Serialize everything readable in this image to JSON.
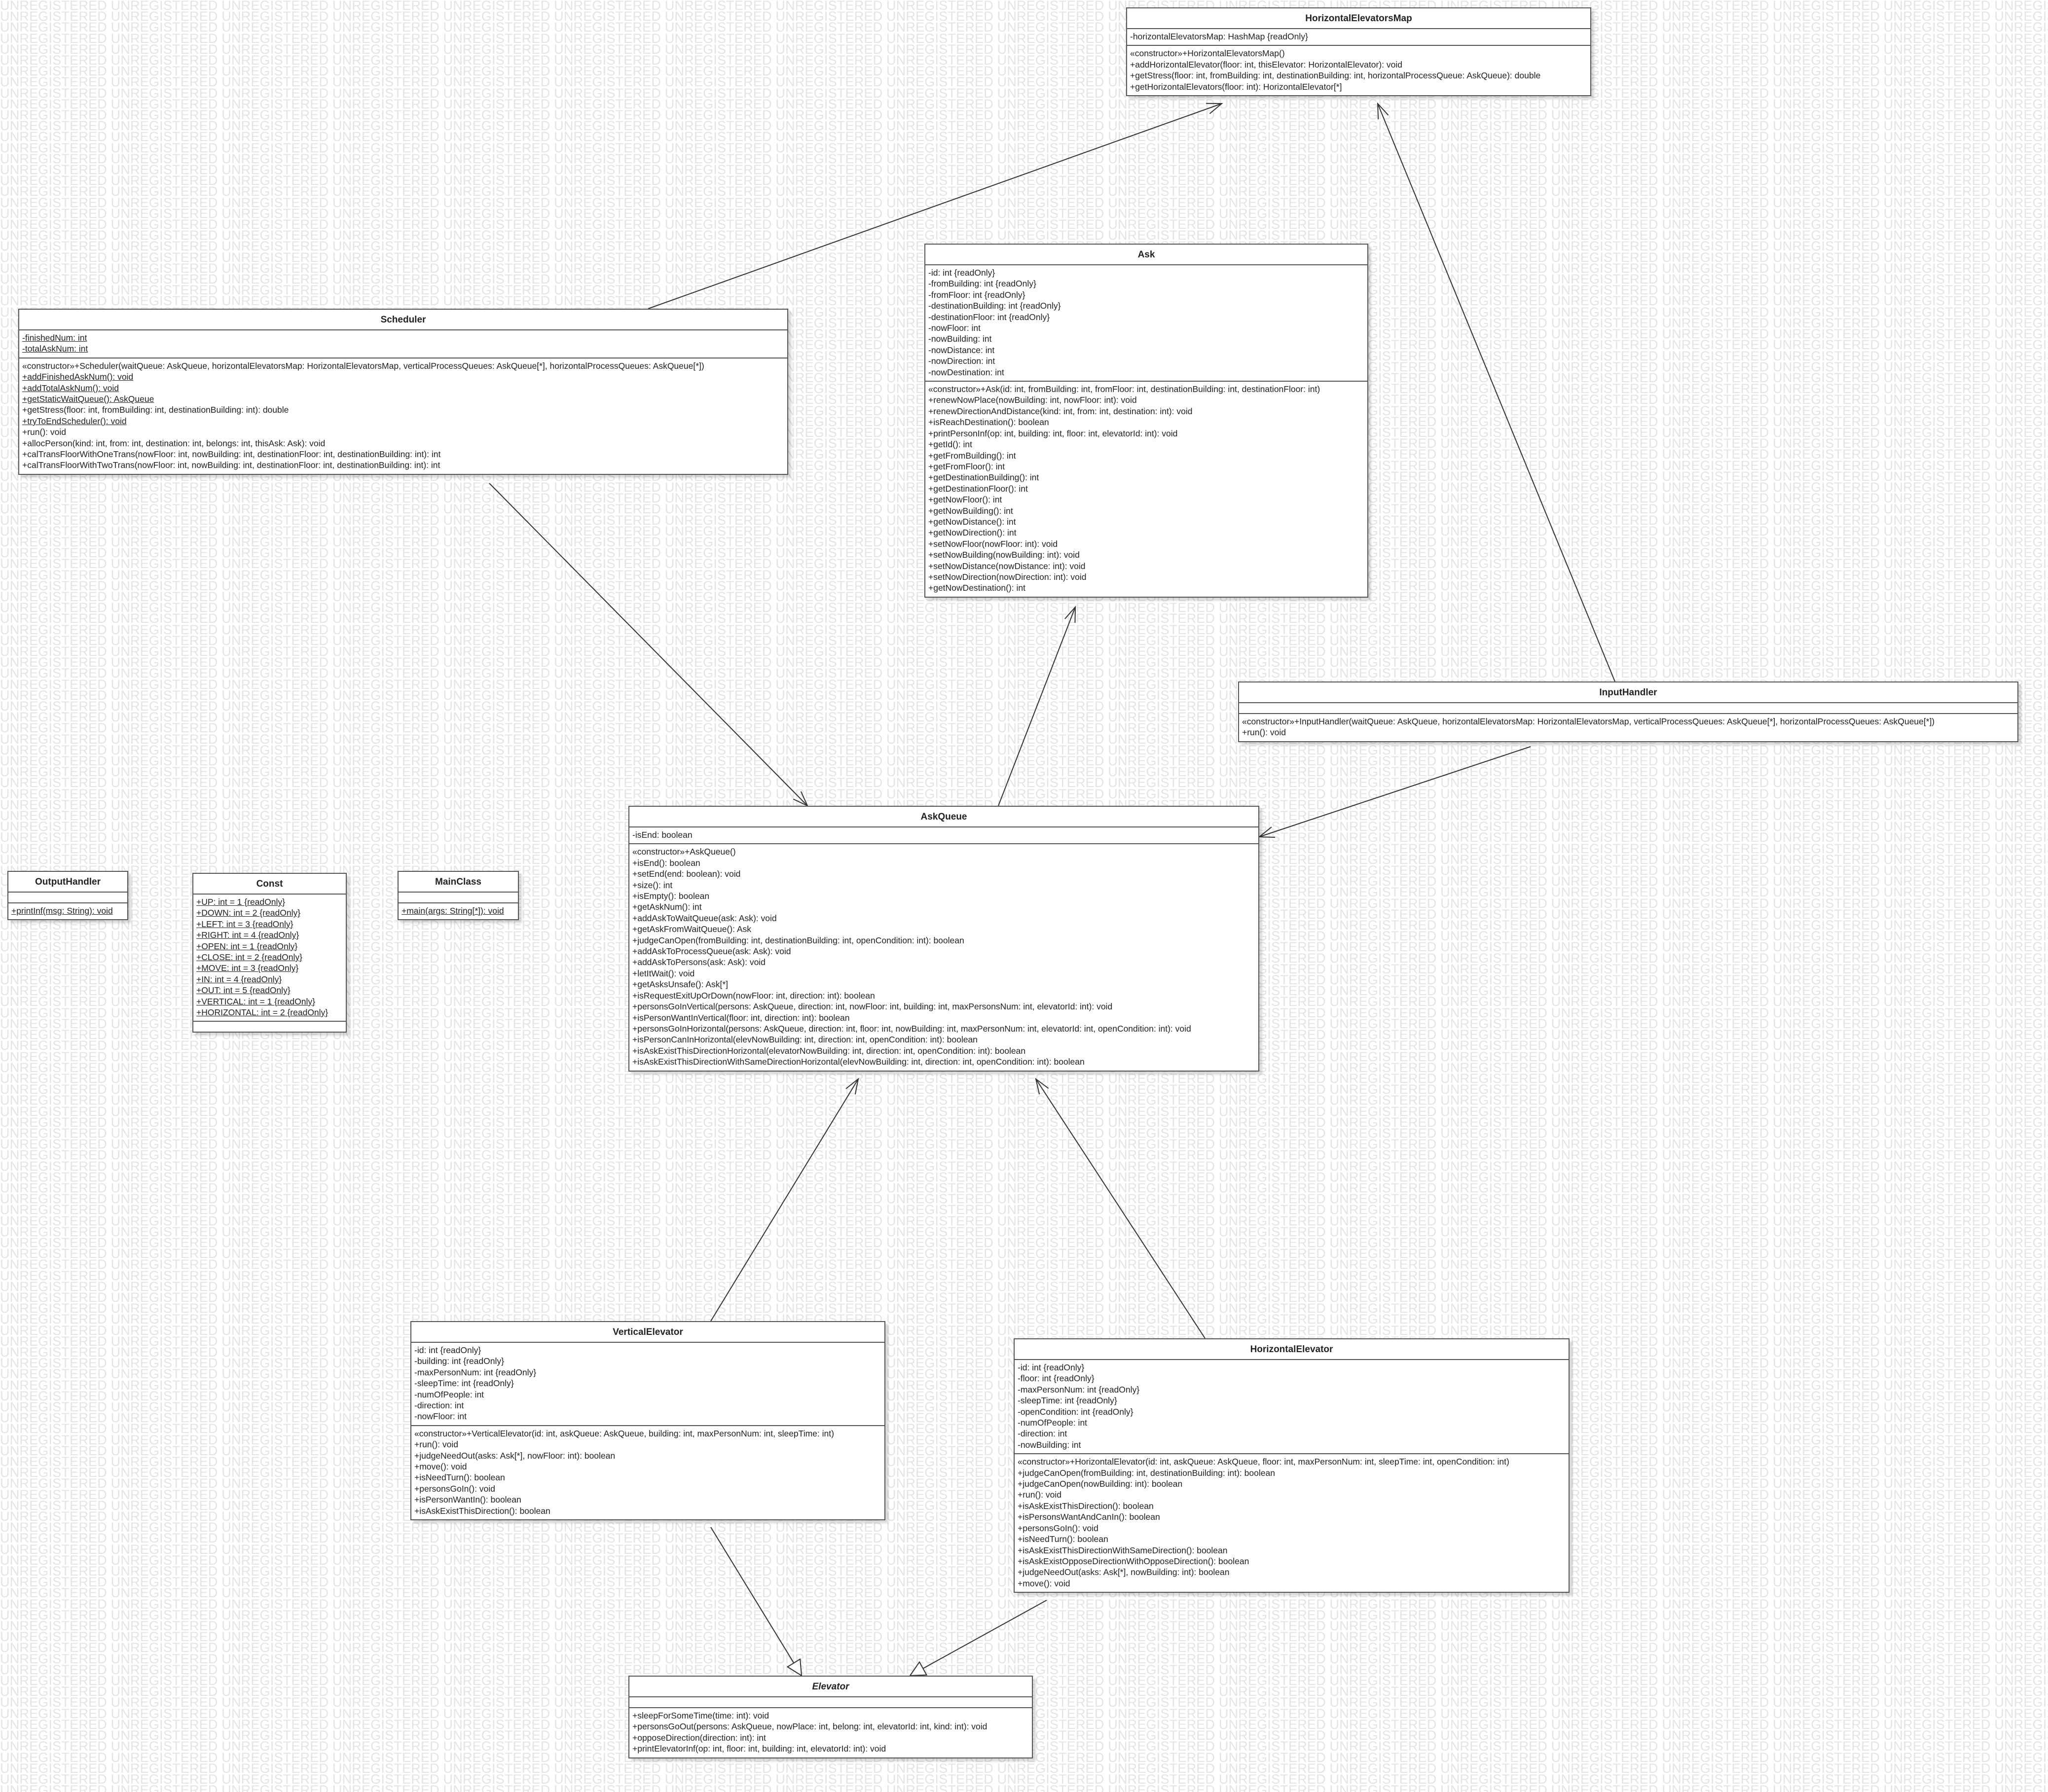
{
  "watermark_text": "UNREGISTERED",
  "classes": {
    "horizontal_elevators_map": {
      "name": "HorizontalElevatorsMap",
      "attributes": [
        {
          "text": "-horizontalElevatorsMap: HashMap {readOnly}",
          "static": false
        }
      ],
      "operations": [
        {
          "text": "«constructor»+HorizontalElevatorsMap()",
          "static": false
        },
        {
          "text": "+addHorizontalElevator(floor: int, thisElevator: HorizontalElevator): void",
          "static": false
        },
        {
          "text": "+getStress(floor: int, fromBuilding: int, destinationBuilding: int, horizontalProcessQueue: AskQueue): double",
          "static": false
        },
        {
          "text": "+getHorizontalElevators(floor: int): HorizontalElevator[*]",
          "static": false
        }
      ]
    },
    "ask": {
      "name": "Ask",
      "attributes": [
        {
          "text": "-id: int {readOnly}",
          "static": false
        },
        {
          "text": "-fromBuilding: int {readOnly}",
          "static": false
        },
        {
          "text": "-fromFloor: int {readOnly}",
          "static": false
        },
        {
          "text": "-destinationBuilding: int {readOnly}",
          "static": false
        },
        {
          "text": "-destinationFloor: int {readOnly}",
          "static": false
        },
        {
          "text": "-nowFloor: int",
          "static": false
        },
        {
          "text": "-nowBuilding: int",
          "static": false
        },
        {
          "text": "-nowDistance: int",
          "static": false
        },
        {
          "text": "-nowDirection: int",
          "static": false
        },
        {
          "text": "-nowDestination: int",
          "static": false
        }
      ],
      "operations": [
        {
          "text": "«constructor»+Ask(id: int, fromBuilding: int, fromFloor: int, destinationBuilding: int, destinationFloor: int)",
          "static": false
        },
        {
          "text": "+renewNowPlace(nowBuilding: int, nowFloor: int): void",
          "static": false
        },
        {
          "text": "+renewDirectionAndDistance(kind: int, from: int, destination: int): void",
          "static": false
        },
        {
          "text": "+isReachDestination(): boolean",
          "static": false
        },
        {
          "text": "+printPersonInf(op: int, building: int, floor: int, elevatorId: int): void",
          "static": false
        },
        {
          "text": "+getId(): int",
          "static": false
        },
        {
          "text": "+getFromBuilding(): int",
          "static": false
        },
        {
          "text": "+getFromFloor(): int",
          "static": false
        },
        {
          "text": "+getDestinationBuilding(): int",
          "static": false
        },
        {
          "text": "+getDestinationFloor(): int",
          "static": false
        },
        {
          "text": "+getNowFloor(): int",
          "static": false
        },
        {
          "text": "+getNowBuilding(): int",
          "static": false
        },
        {
          "text": "+getNowDistance(): int",
          "static": false
        },
        {
          "text": "+getNowDirection(): int",
          "static": false
        },
        {
          "text": "+setNowFloor(nowFloor: int): void",
          "static": false
        },
        {
          "text": "+setNowBuilding(nowBuilding: int): void",
          "static": false
        },
        {
          "text": "+setNowDistance(nowDistance: int): void",
          "static": false
        },
        {
          "text": "+setNowDirection(nowDirection: int): void",
          "static": false
        },
        {
          "text": "+getNowDestination(): int",
          "static": false
        }
      ]
    },
    "scheduler": {
      "name": "Scheduler",
      "attributes": [
        {
          "text": "-finishedNum: int",
          "static": true
        },
        {
          "text": "-totalAskNum: int",
          "static": true
        }
      ],
      "operations": [
        {
          "text": "«constructor»+Scheduler(waitQueue: AskQueue, horizontalElevatorsMap: HorizontalElevatorsMap, verticalProcessQueues: AskQueue[*], horizontalProcessQueues: AskQueue[*])",
          "static": false
        },
        {
          "text": "+addFinishedAskNum(): void",
          "static": true
        },
        {
          "text": "+addTotalAskNum(): void",
          "static": true
        },
        {
          "text": "+getStaticWaitQueue(): AskQueue",
          "static": true
        },
        {
          "text": "+getStress(floor: int, fromBuilding: int, destinationBuilding: int): double",
          "static": false
        },
        {
          "text": "+tryToEndScheduler(): void",
          "static": true
        },
        {
          "text": "+run(): void",
          "static": false
        },
        {
          "text": "+allocPerson(kind: int, from: int, destination: int, belongs: int, thisAsk: Ask): void",
          "static": false
        },
        {
          "text": "+calTransFloorWithOneTrans(nowFloor: int, nowBuilding: int, destinationFloor: int, destinationBuilding: int): int",
          "static": false
        },
        {
          "text": "+calTransFloorWithTwoTrans(nowFloor: int, nowBuilding: int, destinationFloor: int, destinationBuilding: int): int",
          "static": false
        }
      ]
    },
    "input_handler": {
      "name": "InputHandler",
      "attributes": [],
      "operations": [
        {
          "text": "«constructor»+InputHandler(waitQueue: AskQueue, horizontalElevatorsMap: HorizontalElevatorsMap, verticalProcessQueues: AskQueue[*], horizontalProcessQueues: AskQueue[*])",
          "static": false
        },
        {
          "text": "+run(): void",
          "static": false
        }
      ]
    },
    "ask_queue": {
      "name": "AskQueue",
      "attributes": [
        {
          "text": "-isEnd: boolean",
          "static": false
        }
      ],
      "operations": [
        {
          "text": "«constructor»+AskQueue()",
          "static": false
        },
        {
          "text": "+isEnd(): boolean",
          "static": false
        },
        {
          "text": "+setEnd(end: boolean): void",
          "static": false
        },
        {
          "text": "+size(): int",
          "static": false
        },
        {
          "text": "+isEmpty(): boolean",
          "static": false
        },
        {
          "text": "+getAskNum(): int",
          "static": false
        },
        {
          "text": "+addAskToWaitQueue(ask: Ask): void",
          "static": false
        },
        {
          "text": "+getAskFromWaitQueue(): Ask",
          "static": false
        },
        {
          "text": "+judgeCanOpen(fromBuilding: int, destinationBuilding: int, openCondition: int): boolean",
          "static": false
        },
        {
          "text": "+addAskToProcessQueue(ask: Ask): void",
          "static": false
        },
        {
          "text": "+addAskToPersons(ask: Ask): void",
          "static": false
        },
        {
          "text": "+letItWait(): void",
          "static": false
        },
        {
          "text": "+getAsksUnsafe(): Ask[*]",
          "static": false
        },
        {
          "text": "+isRequestExitUpOrDown(nowFloor: int, direction: int): boolean",
          "static": false
        },
        {
          "text": "+personsGoInVertical(persons: AskQueue, direction: int, nowFloor: int, building: int, maxPersonsNum: int, elevatorId: int): void",
          "static": false
        },
        {
          "text": "+isPersonWantInVertical(floor: int, direction: int): boolean",
          "static": false
        },
        {
          "text": "+personsGoInHorizontal(persons: AskQueue, direction: int, floor: int, nowBuilding: int, maxPersonNum: int, elevatorId: int, openCondition: int): void",
          "static": false
        },
        {
          "text": "+isPersonCanInHorizontal(elevNowBuilding: int, direction: int, openCondition: int): boolean",
          "static": false
        },
        {
          "text": "+isAskExistThisDirectionHorizontal(elevatorNowBuilding: int, direction: int, openCondition: int): boolean",
          "static": false
        },
        {
          "text": "+isAskExistThisDirectionWithSameDirectionHorizontal(elevNowBuilding: int, direction: int, openCondition: int): boolean",
          "static": false
        }
      ]
    },
    "output_handler": {
      "name": "OutputHandler",
      "attributes": [],
      "operations": [
        {
          "text": "+printInf(msg: String): void",
          "static": true
        }
      ]
    },
    "const": {
      "name": "Const",
      "attributes": [
        {
          "text": "+UP: int = 1 {readOnly}",
          "static": true
        },
        {
          "text": "+DOWN: int = 2 {readOnly}",
          "static": true
        },
        {
          "text": "+LEFT: int = 3 {readOnly}",
          "static": true
        },
        {
          "text": "+RIGHT: int = 4 {readOnly}",
          "static": true
        },
        {
          "text": "+OPEN: int = 1 {readOnly}",
          "static": true
        },
        {
          "text": "+CLOSE: int = 2 {readOnly}",
          "static": true
        },
        {
          "text": "+MOVE: int = 3 {readOnly}",
          "static": true
        },
        {
          "text": "+IN: int = 4 {readOnly}",
          "static": true
        },
        {
          "text": "+OUT: int = 5 {readOnly}",
          "static": true
        },
        {
          "text": "+VERTICAL: int = 1 {readOnly}",
          "static": true
        },
        {
          "text": "+HORIZONTAL: int = 2 {readOnly}",
          "static": true
        }
      ],
      "operations": []
    },
    "main_class": {
      "name": "MainClass",
      "attributes": [],
      "operations": [
        {
          "text": "+main(args: String[*]): void",
          "static": true
        }
      ]
    },
    "vertical_elevator": {
      "name": "VerticalElevator",
      "attributes": [
        {
          "text": "-id: int {readOnly}",
          "static": false
        },
        {
          "text": "-building: int {readOnly}",
          "static": false
        },
        {
          "text": "-maxPersonNum: int {readOnly}",
          "static": false
        },
        {
          "text": "-sleepTime: int {readOnly}",
          "static": false
        },
        {
          "text": "-numOfPeople: int",
          "static": false
        },
        {
          "text": "-direction: int",
          "static": false
        },
        {
          "text": "-nowFloor: int",
          "static": false
        }
      ],
      "operations": [
        {
          "text": "«constructor»+VerticalElevator(id: int, askQueue: AskQueue, building: int, maxPersonNum: int, sleepTime: int)",
          "static": false
        },
        {
          "text": "+run(): void",
          "static": false
        },
        {
          "text": "+judgeNeedOut(asks: Ask[*], nowFloor: int): boolean",
          "static": false
        },
        {
          "text": "+move(): void",
          "static": false
        },
        {
          "text": "+isNeedTurn(): boolean",
          "static": false
        },
        {
          "text": "+personsGoIn(): void",
          "static": false
        },
        {
          "text": "+isPersonWantIn(): boolean",
          "static": false
        },
        {
          "text": "+isAskExistThisDirection(): boolean",
          "static": false
        }
      ]
    },
    "horizontal_elevator": {
      "name": "HorizontalElevator",
      "attributes": [
        {
          "text": "-id: int {readOnly}",
          "static": false
        },
        {
          "text": "-floor: int {readOnly}",
          "static": false
        },
        {
          "text": "-maxPersonNum: int {readOnly}",
          "static": false
        },
        {
          "text": "-sleepTime: int {readOnly}",
          "static": false
        },
        {
          "text": "-openCondition: int {readOnly}",
          "static": false
        },
        {
          "text": "-numOfPeople: int",
          "static": false
        },
        {
          "text": "-direction: int",
          "static": false
        },
        {
          "text": "-nowBuilding: int",
          "static": false
        }
      ],
      "operations": [
        {
          "text": "«constructor»+HorizontalElevator(id: int, askQueue: AskQueue, floor: int, maxPersonNum: int, sleepTime: int, openCondition: int)",
          "static": false
        },
        {
          "text": "+judgeCanOpen(fromBuilding: int, destinationBuilding: int): boolean",
          "static": false
        },
        {
          "text": "+judgeCanOpen(nowBuilding: int): boolean",
          "static": false
        },
        {
          "text": "+run(): void",
          "static": false
        },
        {
          "text": "+isAskExistThisDirection(): boolean",
          "static": false
        },
        {
          "text": "+isPersonsWantAndCanIn(): boolean",
          "static": false
        },
        {
          "text": "+personsGoIn(): void",
          "static": false
        },
        {
          "text": "+isNeedTurn(): boolean",
          "static": false
        },
        {
          "text": "+isAskExistThisDirectionWithSameDirection(): boolean",
          "static": false
        },
        {
          "text": "+isAskExistOpposeDirectionWithOpposeDirection(): boolean",
          "static": false
        },
        {
          "text": "+judgeNeedOut(asks: Ask[*], nowBuilding: int): boolean",
          "static": false
        },
        {
          "text": "+move(): void",
          "static": false
        }
      ]
    },
    "elevator": {
      "name": "Elevator",
      "abstract": true,
      "attributes": [],
      "operations": [
        {
          "text": "+sleepForSomeTime(time: int): void",
          "static": false
        },
        {
          "text": "+personsGoOut(persons: AskQueue, nowPlace: int, belong: int, elevatorId: int, kind: int): void",
          "static": false
        },
        {
          "text": "+opposeDirection(direction: int): int",
          "static": false
        },
        {
          "text": "+printElevatorInf(op: int, floor: int, building: int, elevatorId: int): void",
          "static": false
        }
      ]
    }
  },
  "relations": [
    {
      "from": "scheduler",
      "to": "horizontal_elevators_map",
      "kind": "association"
    },
    {
      "from": "scheduler",
      "to": "ask_queue",
      "kind": "association"
    },
    {
      "from": "input_handler",
      "to": "horizontal_elevators_map",
      "kind": "association"
    },
    {
      "from": "input_handler",
      "to": "ask_queue",
      "kind": "association"
    },
    {
      "from": "ask_queue",
      "to": "ask",
      "kind": "association"
    },
    {
      "from": "vertical_elevator",
      "to": "ask_queue",
      "kind": "association"
    },
    {
      "from": "horizontal_elevator",
      "to": "ask_queue",
      "kind": "association"
    },
    {
      "from": "vertical_elevator",
      "to": "elevator",
      "kind": "generalization"
    },
    {
      "from": "horizontal_elevator",
      "to": "elevator",
      "kind": "generalization"
    }
  ]
}
